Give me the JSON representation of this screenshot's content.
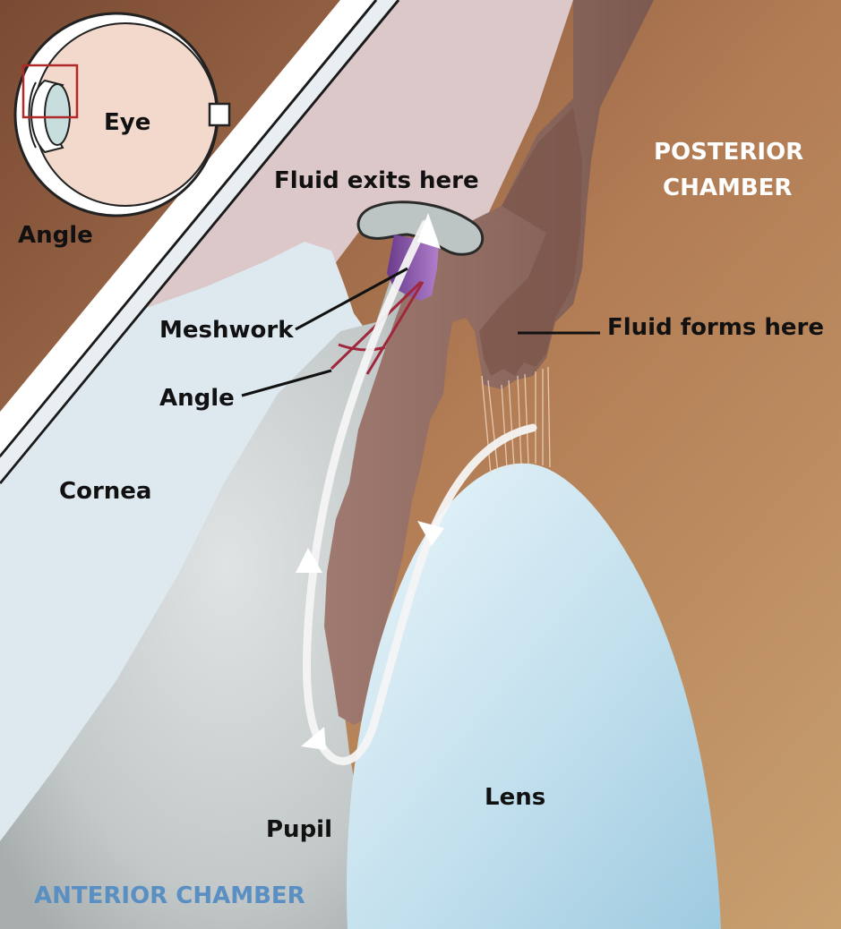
{
  "labels": {
    "eye": "Eye",
    "angle_inset": "Angle",
    "fluid_exits": "Fluid exits here",
    "posterior_line1": "POSTERIOR",
    "posterior_line2": "CHAMBER",
    "meshwork": "Meshwork",
    "fluid_forms": "Fluid forms here",
    "angle": "Angle",
    "cornea": "Cornea",
    "lens": "Lens",
    "pupil": "Pupil",
    "anterior_chamber": "ANTERIOR CHAMBER"
  },
  "colors": {
    "posterior": "#b07a52",
    "cornea": "#dde9ef",
    "sclera": "#dcc8c8",
    "iris": "#8e6a60",
    "lens": "#bcdcea",
    "anterior_fluid": "#c4c8c8",
    "meshwork": "#8a52a8",
    "angle_lines": "#a0283c",
    "anterior_label": "#5a8fc4",
    "inset_box": "#b02a2a"
  }
}
